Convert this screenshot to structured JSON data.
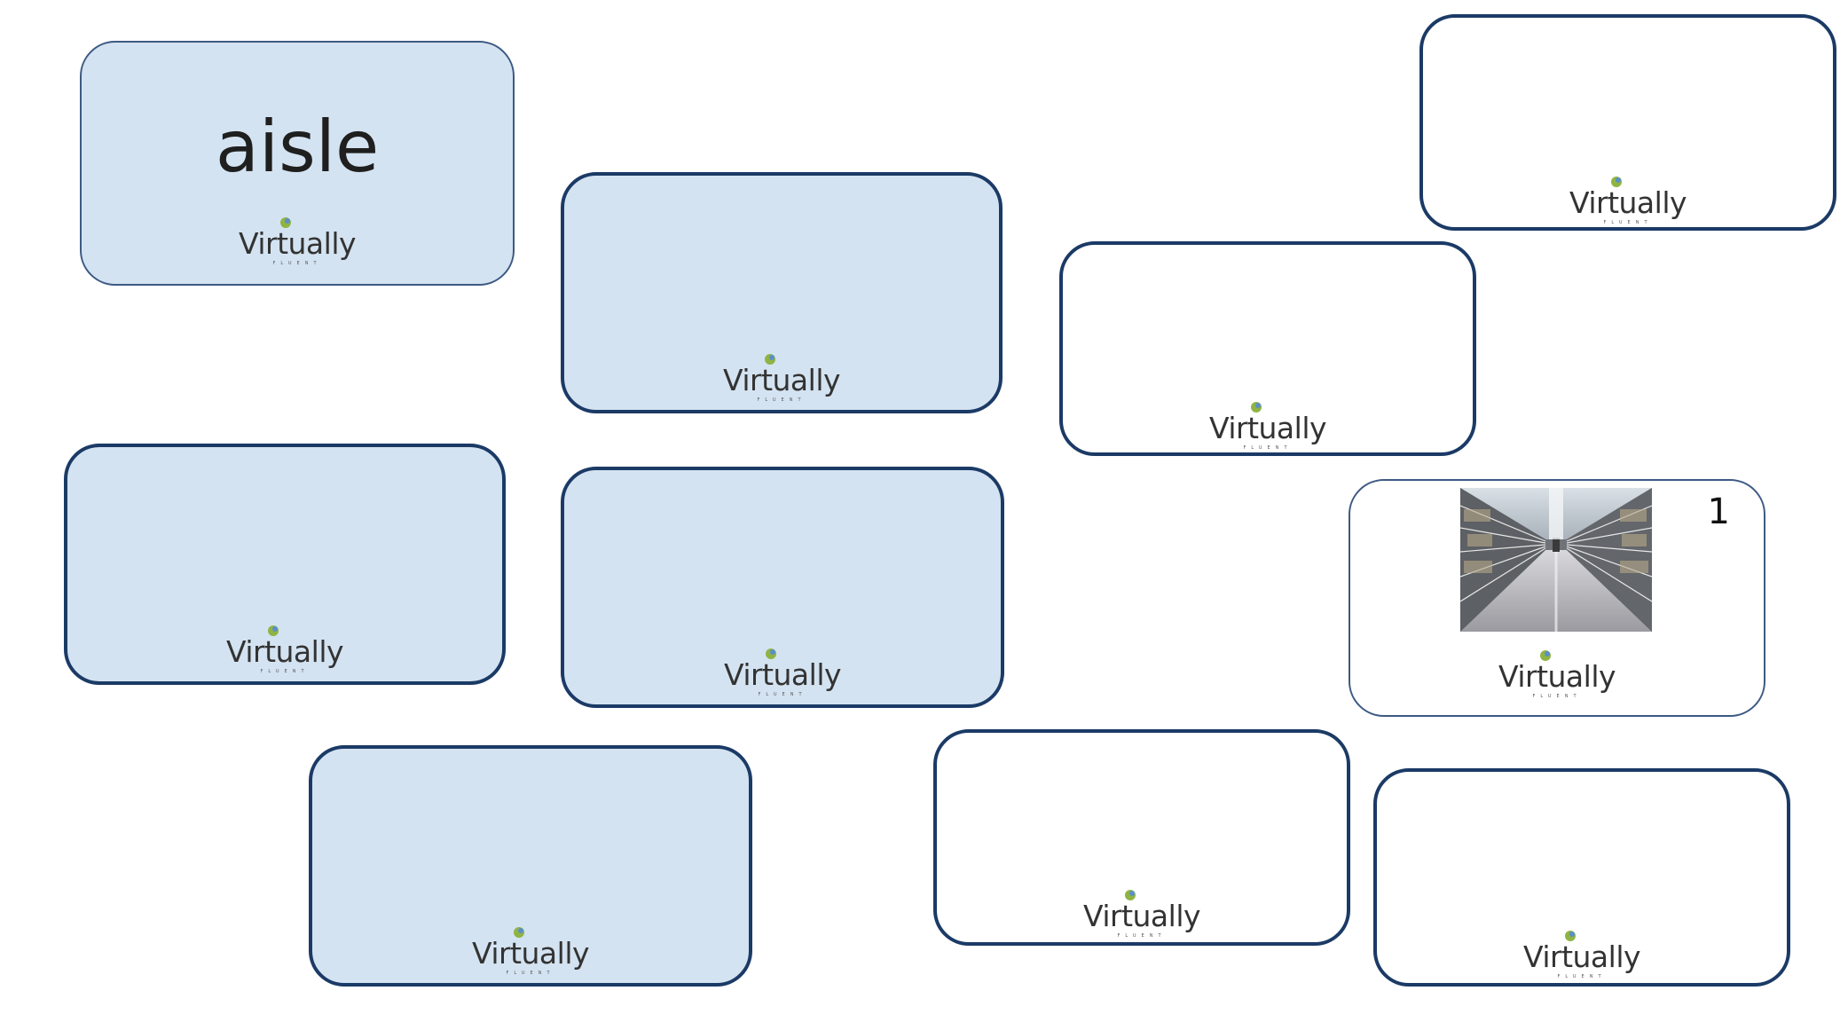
{
  "logo": {
    "word": "Virtually",
    "sub": "FLUENT"
  },
  "cards": [
    {
      "id": "card-1",
      "face": "word",
      "word": "aisle",
      "style": "blue"
    },
    {
      "id": "card-2",
      "face": "down",
      "style": "blue"
    },
    {
      "id": "card-3",
      "face": "down",
      "style": "white"
    },
    {
      "id": "card-4",
      "face": "down",
      "style": "white"
    },
    {
      "id": "card-5",
      "face": "down",
      "style": "blue"
    },
    {
      "id": "card-6",
      "face": "down",
      "style": "blue"
    },
    {
      "id": "card-7",
      "face": "image",
      "image": "supermarket-aisle-photo",
      "number": "1",
      "style": "white"
    },
    {
      "id": "card-8",
      "face": "down",
      "style": "blue"
    },
    {
      "id": "card-9",
      "face": "down",
      "style": "white"
    },
    {
      "id": "card-10",
      "face": "down",
      "style": "white"
    }
  ],
  "colors": {
    "card_blue": "#d4e3f1",
    "card_border": "#1b3a66",
    "logo_dot_green": "#8fb443",
    "logo_dot_blue": "#5a8fc8"
  }
}
